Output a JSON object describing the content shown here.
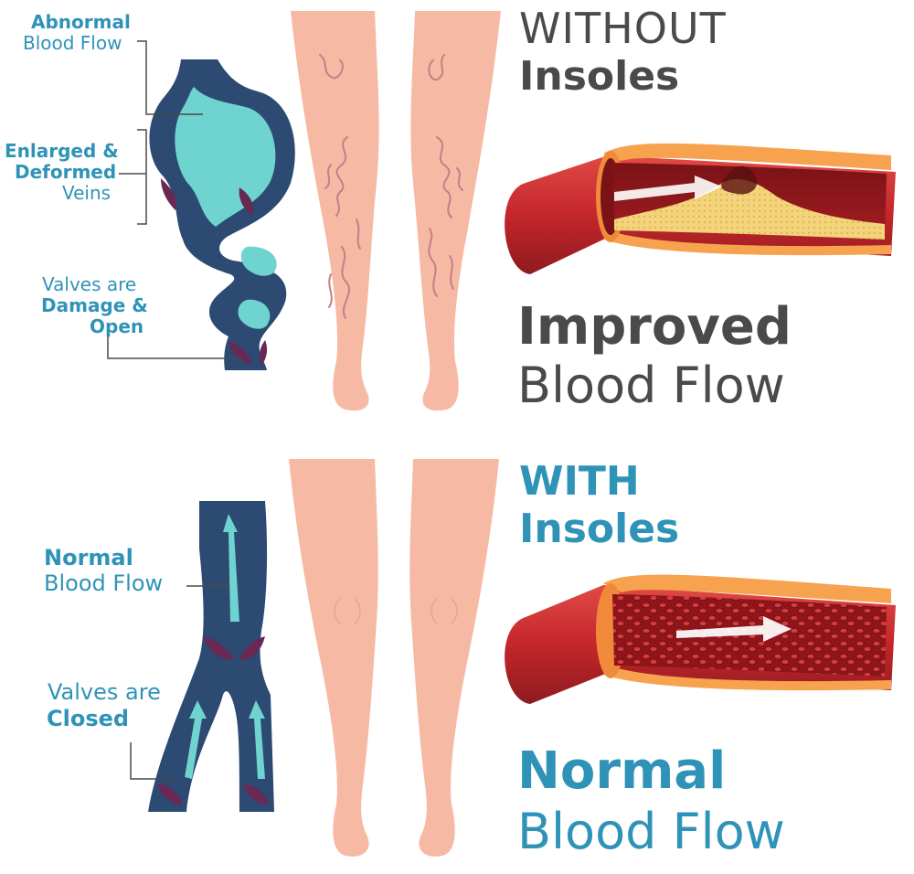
{
  "top": {
    "heading_line1": "WITHOUT",
    "heading_line2": "Insoles",
    "result_line1": "Improved",
    "result_line2": "Blood Flow",
    "labels": {
      "abnormal_1": "Abnormal",
      "abnormal_2": "Blood Flow",
      "enlarged_1": "Enlarged &",
      "enlarged_2": "Deformed",
      "enlarged_3": "Veins",
      "valves_1": "Valves are",
      "valves_2": "Damage &",
      "valves_3": "Open"
    }
  },
  "bottom": {
    "heading_line1": "WITH",
    "heading_line2": "Insoles",
    "result_line1": "Normal",
    "result_line2": "Blood Flow",
    "labels": {
      "normal_1": "Normal",
      "normal_2": "Blood Flow",
      "valves_1": "Valves are",
      "valves_2": "Closed"
    }
  },
  "colors": {
    "text_gray": "#4a4a4a",
    "accent_blue": "#2f93b8",
    "vein_dark": "#2c4a72",
    "vein_flow": "#6fd3cf",
    "skin": "#f6b9a4",
    "artery_red": "#c4262b",
    "plaque": "#f3d37c"
  }
}
